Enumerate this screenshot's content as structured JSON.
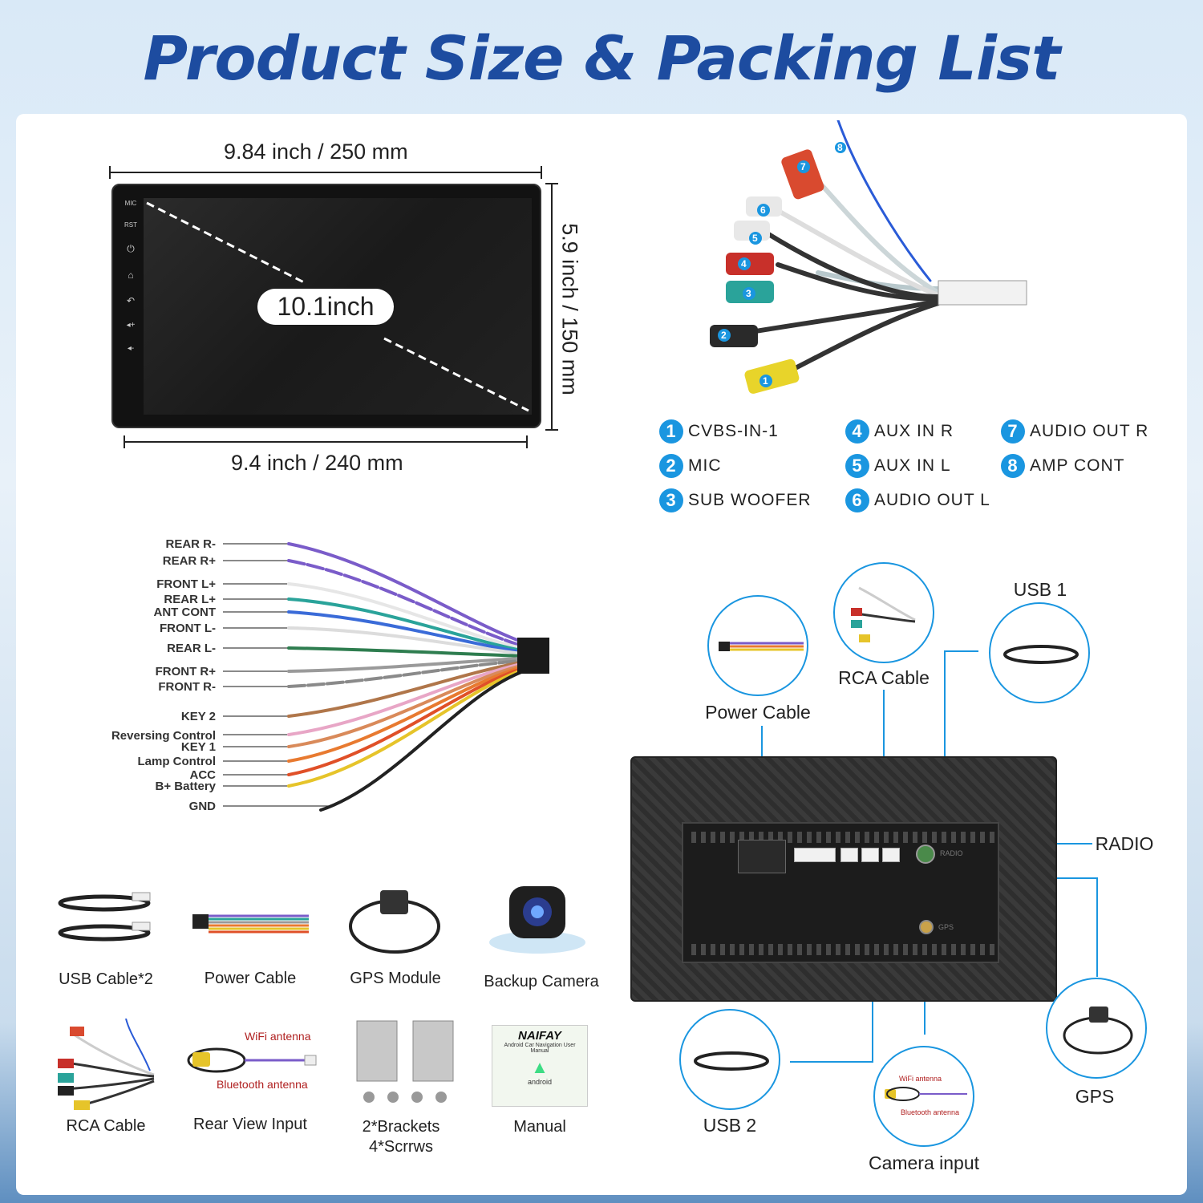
{
  "title": "Product Size & Packing List",
  "dimensions": {
    "top_width": "9.84 inch / 250 mm",
    "height": "5.9 inch / 150 mm",
    "bottom_width": "9.4 inch / 240 mm",
    "screen_size": "10.1inch",
    "side_buttons": [
      "MIC",
      "RST",
      "⏻",
      "⌂",
      "↶",
      "◂+",
      "◂-"
    ]
  },
  "rca_legend": [
    {
      "num": "1",
      "label": "CVBS-IN-1"
    },
    {
      "num": "2",
      "label": "MIC"
    },
    {
      "num": "3",
      "label": "SUB WOOFER"
    },
    {
      "num": "4",
      "label": "AUX IN R"
    },
    {
      "num": "5",
      "label": "AUX IN L"
    },
    {
      "num": "6",
      "label": "AUDIO OUT L"
    },
    {
      "num": "7",
      "label": "AUDIO OUT R"
    },
    {
      "num": "8",
      "label": "AMP CONT"
    }
  ],
  "wire_labels": [
    "REAR R-",
    "REAR R+",
    "FRONT L+",
    "REAR L+",
    "ANT CONT",
    "FRONT L-",
    "REAR L-",
    "FRONT R+",
    "FRONT R-",
    "KEY 2",
    "Reversing Control",
    "KEY 1",
    "Lamp Control",
    "ACC",
    "B+ Battery",
    "GND"
  ],
  "packing_list": [
    "USB Cable*2",
    "Power Cable",
    "GPS Module",
    "Backup Camera",
    "RCA Cable",
    "Rear View Input",
    "2*Brackets",
    "4*Scrrws",
    "Manual"
  ],
  "manual": {
    "brand": "NAIFAY",
    "subtitle": "Android Car Navigation User Manual",
    "os": "android"
  },
  "rear_view_input": {
    "wifi": "WiFi antenna",
    "bluetooth": "Bluetooth antenna"
  },
  "connections": {
    "power": "Power Cable",
    "rca": "RCA Cable",
    "usb1": "USB 1",
    "radio": "RADIO",
    "usb2": "USB 2",
    "camera": "Camera input",
    "gps": "GPS",
    "cam_wifi": "WiFi antenna",
    "cam_bt": "Bluetooth antenna",
    "port_radio": "RADIO",
    "port_gps": "GPS"
  },
  "colors": {
    "title": "#1d4ca0",
    "accent": "#1a96e0"
  }
}
